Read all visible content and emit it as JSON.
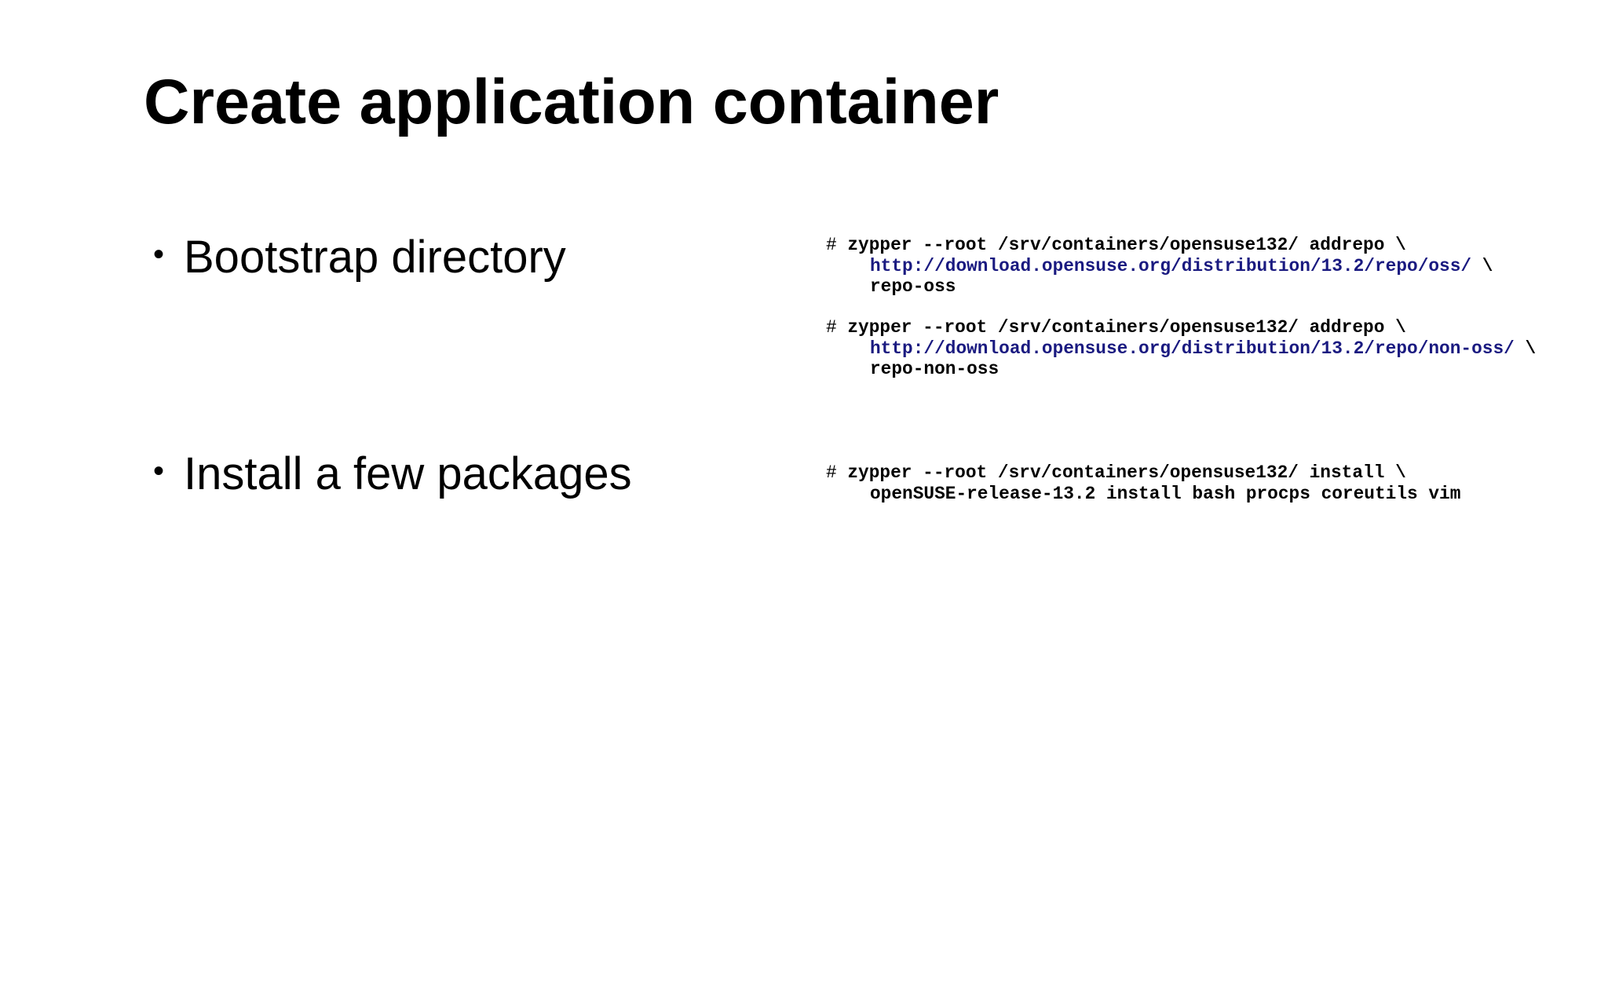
{
  "slide": {
    "title": "Create application container",
    "bullets": [
      {
        "text": "Bootstrap directory"
      },
      {
        "text": "Install a few packages"
      }
    ],
    "code_blocks": [
      {
        "prompt": "#",
        "command": "zypper --root /srv/containers/opensuse132/ addrepo \\",
        "url": "http://download.opensuse.org/distribution/13.2/repo/oss/",
        "url_continuation": " \\",
        "last_line": "repo-oss"
      },
      {
        "prompt": "#",
        "command": "zypper --root /srv/containers/opensuse132/ addrepo \\",
        "url": "http://download.opensuse.org/distribution/13.2/repo/non-oss/",
        "url_continuation": " \\",
        "last_line": "repo-non-oss"
      },
      {
        "prompt": "#",
        "command": "zypper --root /srv/containers/opensuse132/ install \\",
        "last_line": "openSUSE-release-13.2 install bash procps coreutils vim"
      }
    ],
    "colors": {
      "text": "#000000",
      "url": "#1a1a80",
      "background": "#ffffff"
    }
  }
}
